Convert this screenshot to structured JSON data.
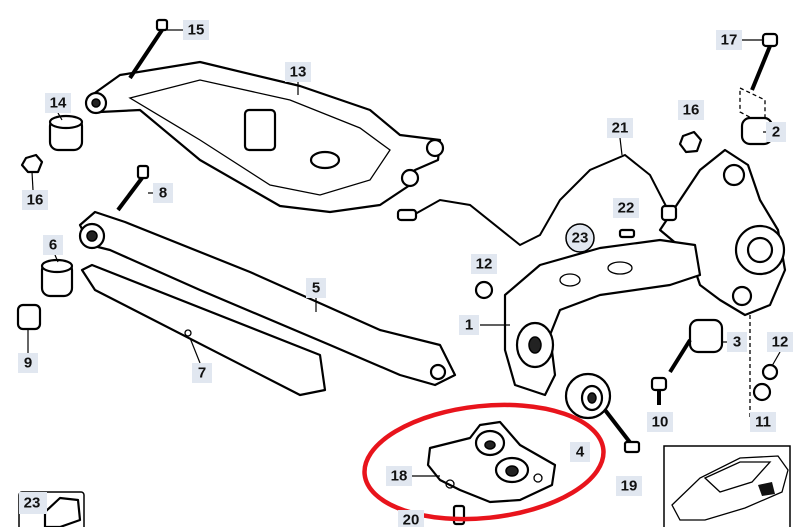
{
  "diagram": {
    "type": "exploded parts diagram",
    "highlight_color": "#e8141c",
    "label_background": "#e1e7f0",
    "highlighted_part": "18",
    "callouts": [
      "15",
      "13",
      "14",
      "16",
      "8",
      "6",
      "5",
      "9",
      "7",
      "21",
      "17",
      "16",
      "2",
      "22",
      "23",
      "12",
      "1",
      "3",
      "12",
      "10",
      "11",
      "4",
      "19",
      "18",
      "20",
      "23"
    ]
  }
}
